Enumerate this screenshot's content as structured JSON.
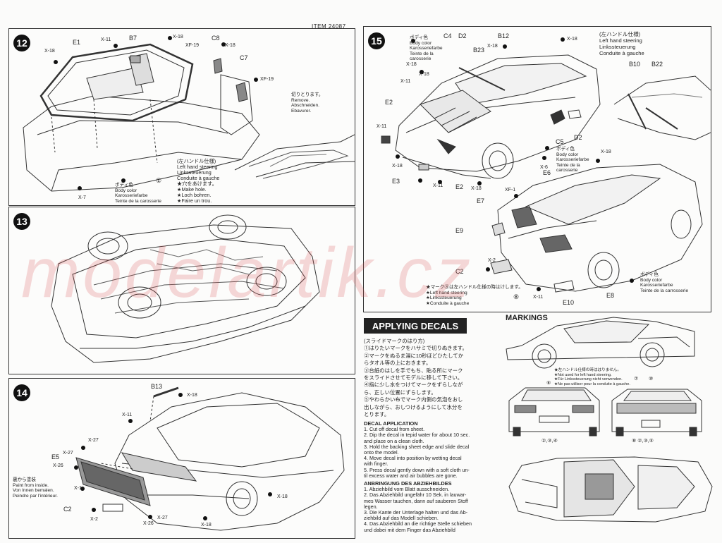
{
  "header": {
    "item": "ITEM 24087"
  },
  "watermark": "modelartik.cz",
  "step12": {
    "num": "12",
    "parts": {
      "e1": "E1",
      "b7": "B7",
      "c8": "C8",
      "c7": "C7",
      "xf19a": "XF-19",
      "xf19b": "XF-19",
      "x11": "X-11",
      "x18a": "X-18",
      "x18b": "X-18",
      "x18c": "X-18",
      "x7": "X-7",
      "circle1": "①"
    },
    "remove": [
      "切りとります。",
      "Remove.",
      "Abschneiden.",
      "Ebavurer."
    ],
    "lhd": [
      "(左ハンドル仕様)",
      "Left hand steering",
      "Linkssteuerung",
      "Conduite à gauche",
      "★穴をあけます。",
      "★Make hole.",
      "★Loch bohren.",
      "★Faire un trou."
    ],
    "body_color": [
      "ボディ色",
      "Body color",
      "Karosseriefarbe",
      "Teinte de la carosserie"
    ]
  },
  "step13": {
    "num": "13"
  },
  "step14": {
    "num": "14",
    "parts": {
      "b13": "B13",
      "x18a": "X-18",
      "x11": "X-11",
      "x27a": "X-27",
      "x27b": "X-27",
      "x27c": "X-27",
      "e5": "E5",
      "x26a": "X-26",
      "x26b": "X-26",
      "x1": "X-1",
      "c2": "C2",
      "x2": "X-2",
      "x18b": "X-18",
      "x18c": "X-18"
    },
    "paint": [
      "裏から塗装",
      "Paint from inside.",
      "Von Innen bemalen.",
      "Peindre par l'intérieur."
    ]
  },
  "step15": {
    "num": "15",
    "parts": {
      "c4": "C4",
      "d2a": "D2",
      "b12": "B12",
      "b23": "B23",
      "b10": "B10",
      "b22": "B22",
      "x18a": "X-18",
      "x18b": "X-18",
      "x11a": "X-11",
      "e2a": "E2",
      "x11b": "X-11",
      "x18c": "X-18",
      "e3": "E3",
      "x11c": "X-11",
      "e2b": "E2",
      "x18d": "X-18",
      "c5": "C5",
      "d2b": "D2",
      "x6": "X-6",
      "x18e": "X-18",
      "e6": "E6",
      "e7": "E7",
      "xf1": "XF-1",
      "e9": "E9",
      "c2": "C2",
      "x2": "X-2",
      "x11d": "X-11",
      "e10": "E10",
      "e8": "E8",
      "circle8": "⑧",
      "x18f": "X-18",
      "x18g": "X-18"
    },
    "body_color_a": [
      "ボディ色",
      "Body color",
      "Karosseriefarbe",
      "Teinte de la",
      "carosserie"
    ],
    "body_color_b": [
      "ボディ色",
      "Body color",
      "Karosseriefarbe",
      "Teinte de la",
      "carosserie"
    ],
    "body_color_c": [
      "ボディ色",
      "Body color",
      "Karosseriefarbe",
      "Teinte de la carrosserie"
    ],
    "lhd": [
      "(左ハンドル仕様)",
      "Left hand steering",
      "Linkssteuerung",
      "Conduite à gauche"
    ],
    "mark_note": [
      "★マーク⑧は左ハンドル仕様の時はけします。",
      "★Left hand steering",
      "★Linkssteuerung",
      "★Conduite à gauche"
    ]
  },
  "decals": {
    "heading": "APPLYING DECALS",
    "jp": [
      "(スライドマークのはり方)",
      "①はりたいマークをハサミで切りぬきます。",
      "②マークをぬるま湯に10秒ほどひたしてか",
      "らタオル等の上におきます。",
      "③台紙のはしを手でもち、貼る所にマーク",
      "をスライドさせてモデルに移して下さい。",
      "④指に少し水をつけてマークをずらしなが",
      "ら、正しい位置にずらします。",
      "⑤やわらかい布でマーク内側の気泡をおし",
      "出しながら、おしつけるようにして水分を",
      "とります。"
    ],
    "en_title": "DECAL APPLICATION",
    "en": [
      "1. Cut off decal from sheet.",
      "2. Dip the decal in tepid water for about 10 sec.",
      "and place on a clean cloth.",
      "3. Hold the backing sheet edge and slide decal",
      "onto the model.",
      "4. Move decal into position by wetting decal",
      "with finger.",
      "5. Press decal gently down with a soft cloth un-",
      "til excess water and air bubbles are gone."
    ],
    "de_title": "ANBRINGUNG DES ABZIEHBILDES",
    "de": [
      "1. Abziehbild vom Blatt ausschneiden.",
      "2. Das Abziehbild ungefähr 10 Sek. in lauwar-",
      "mes Wasser tauchen, dann auf sauberen Stoff",
      "legen.",
      "3. Die Kante der Unterlage halten und das Ab-",
      "ziehbild auf das Modell schieben.",
      "4. Das Abziehbild an die richtige Stelle schieben",
      "und dabei mit dem Finger das Abziehbild"
    ]
  },
  "markings": {
    "heading": "MARKINGS",
    "note": [
      "★左ハンドル仕様の時ははりません。",
      "★Not used for left hand steering.",
      "★Für Linkssteuerung nicht verwenden.",
      "★Ne pas utiliser pour la conduite à gauche."
    ],
    "front_nums": "②,③,④",
    "rear_nums": "⑧ ②,③,⑤",
    "n6": "⑥",
    "n7": "⑦",
    "n10": "⑩"
  }
}
